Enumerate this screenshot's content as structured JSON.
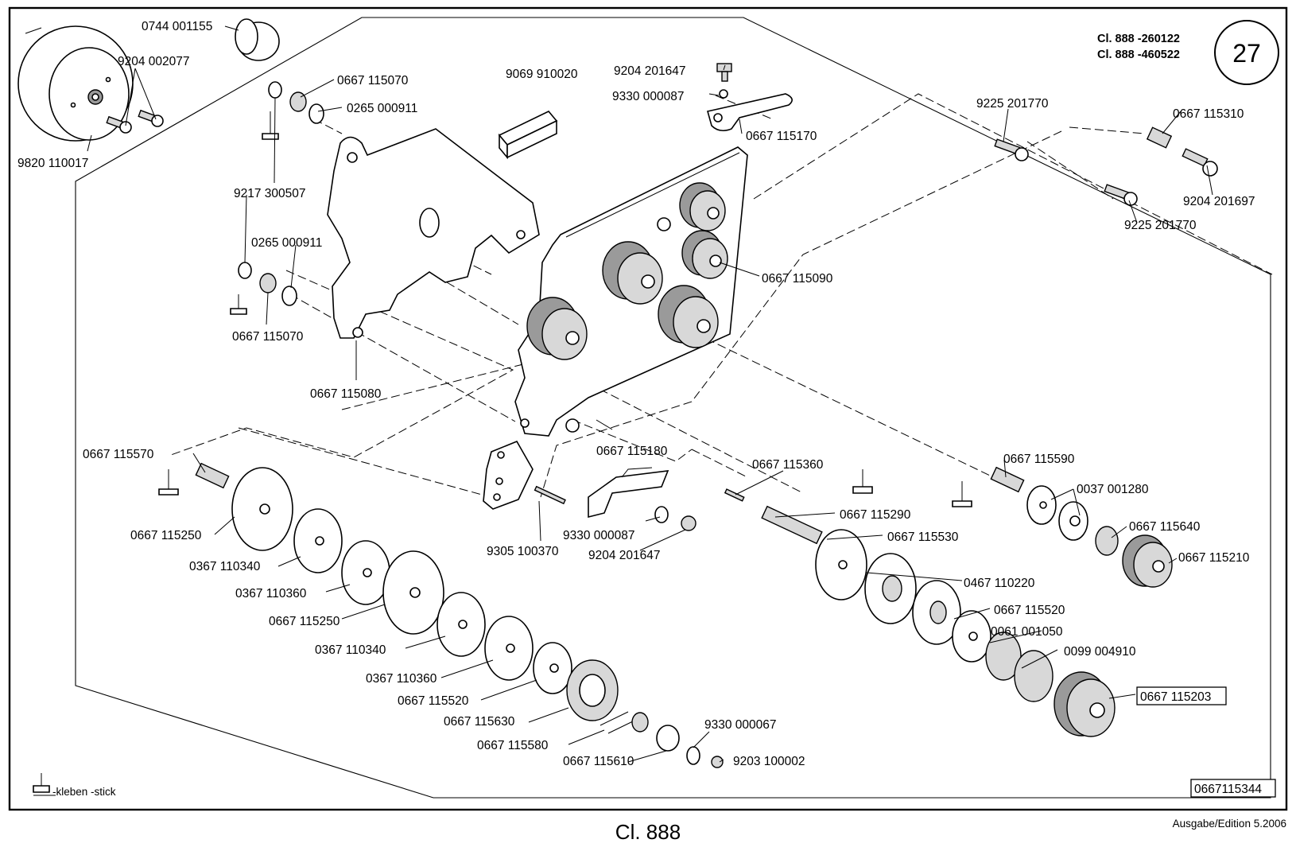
{
  "header": {
    "model_lines": [
      "Cl. 888 -260122",
      "Cl. 888 -460522"
    ],
    "page_number": "27"
  },
  "parts": {
    "p01": "0744 001155",
    "p02": "9204 002077",
    "p03": "9820 110017",
    "p04": "0667 115070",
    "p05": "0265 000911",
    "p06": "9217 300507",
    "p07": "0265 000911",
    "p08": "0667 115070",
    "p09": "0667 115080",
    "p10": "9069 910020",
    "p11": "9204 201647",
    "p12": "9330 000087",
    "p13": "0667 115170",
    "p14": "9225 201770",
    "p15": "0667 115310",
    "p16": "9204 201697",
    "p17": "9225 201770",
    "p18": "0667 115090",
    "p19": "0667 115180",
    "p20": "0667 115570",
    "p21": "0667 115250",
    "p22": "0367 110340",
    "p23": "0367 110360",
    "p24": "0667 115250",
    "p25": "0367 110340",
    "p26": "0367 110360",
    "p27": "0667 115520",
    "p28": "0667 115630",
    "p29": "0667 115580",
    "p30": "0667 115610",
    "p31": "9330 000067",
    "p32": "9203 100002",
    "p33": "9330 000087",
    "p34": "9204 201647",
    "p35": "9305 100370",
    "p36": "0667 115360",
    "p37": "0667 115290",
    "p38": "0667 115530",
    "p39": "0467 110220",
    "p40": "0667 115520",
    "p41": "0061 001050",
    "p42": "0099 004910",
    "p43": "0667 115203",
    "p44": "0667 115590",
    "p45": "0037 001280",
    "p46": "0667 115640",
    "p47": "0667 115210"
  },
  "legend": {
    "text": "-kleben -stick"
  },
  "drawing_number": "0667115344",
  "footer": {
    "title": "Cl. 888",
    "edition": "Ausgabe/Edition  5.2006"
  }
}
